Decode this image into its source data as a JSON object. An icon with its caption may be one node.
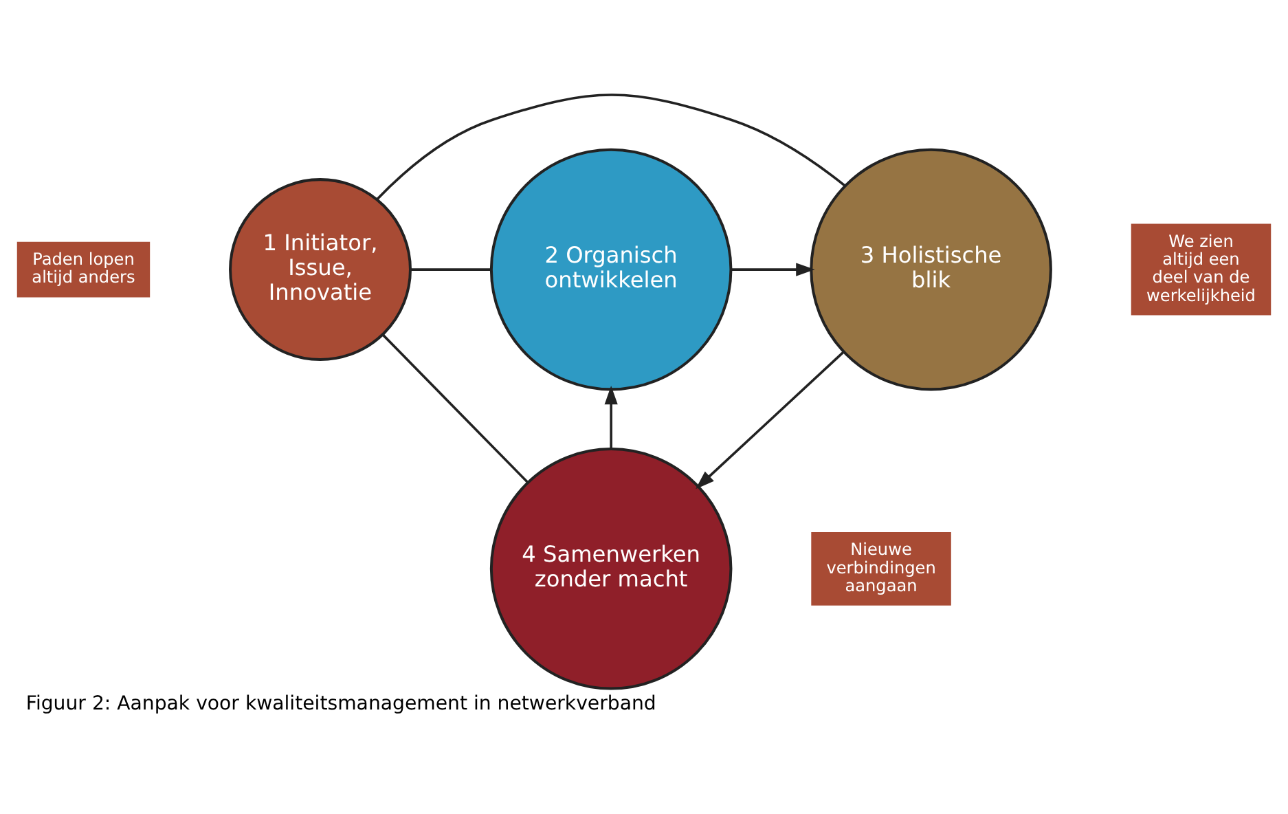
{
  "diagram": {
    "caption": "Figuur 2: Aanpak voor kwaliteitsmanagement in netwerkverband",
    "nodes": [
      {
        "text": [
          "Paden lopen altijd anders"
        ]
      },
      {
        "text": [
          "We zien altijd een deel van de werkelijkheid"
        ]
      },
      {
        "text": [
          "2 Organisch ontwikkelen"
        ]
      },
      {
        "text": [
          "3 Holistische blik"
        ]
      },
      {
        "text": [
          "1 Initiator, Issue, Innovatie"
        ]
      },
      {
        "text": [
          "4 Samenwerken zonder macht"
        ]
      },
      {
        "text": [
          "Nieuwe verbindingen aangaan"
        ]
      }
    ],
    "edges": [
      {
        "from": 2,
        "to": 3,
        "arrow": "to"
      },
      {
        "from": 3,
        "to": 5,
        "arrow": "to"
      },
      {
        "from": 5,
        "to": 2,
        "arrow": "to"
      },
      {
        "from": 4,
        "to": 2,
        "arrow": "none"
      },
      {
        "from": 4,
        "to": 3,
        "arrow": "none"
      },
      {
        "from": 4,
        "to": 5,
        "arrow": "none"
      }
    ]
  }
}
